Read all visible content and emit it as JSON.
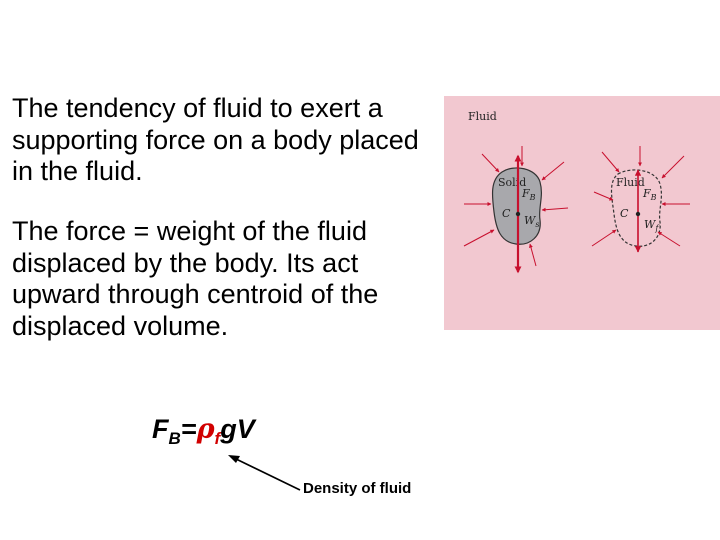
{
  "text": {
    "paragraph_1": "The tendency of fluid to exert  a supporting force on a body placed in the fluid.",
    "paragraph_2": "The force = weight of the fluid displaced by the body. Its act upward through centroid of the displaced volume."
  },
  "formula": {
    "lhs": "F",
    "lhs_sub": "B",
    "equals": "=",
    "rho": "ρ",
    "rho_sub": "f",
    "rest": "gV"
  },
  "callout": {
    "label": "Density of fluid"
  },
  "figure": {
    "title": "Fluid",
    "solid_label": "Solid",
    "fluid_label": "Fluid",
    "centroid": "C",
    "buoyant_force": "F",
    "buoyant_force_sub": "B",
    "weight": "W",
    "weight_sub_solid": "s",
    "weight_sub_fluid": "f",
    "colors": {
      "panel": "#f2c8d0",
      "solid_fill": "#a8a8ac",
      "arrow_red": "#c8102e",
      "formula_red": "#d10000"
    }
  }
}
